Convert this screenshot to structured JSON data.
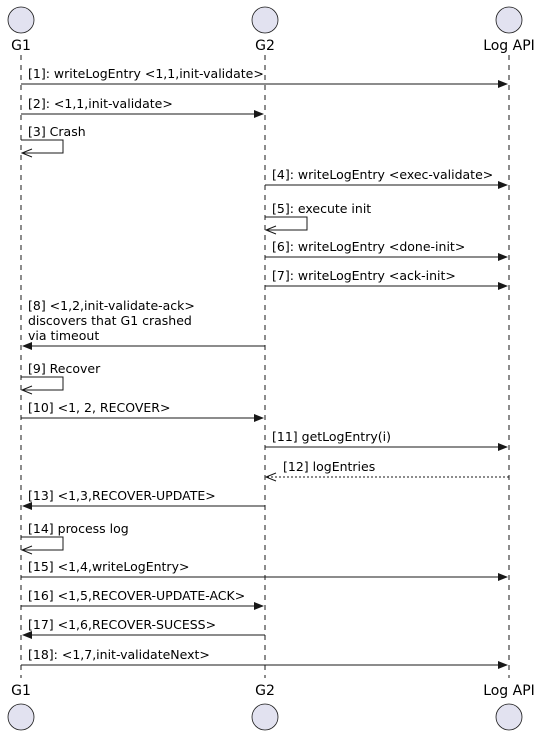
{
  "participants": [
    {
      "id": "G1",
      "label": "G1"
    },
    {
      "id": "G2",
      "label": "G2"
    },
    {
      "id": "LOG",
      "label": "Log API"
    }
  ],
  "messages": [
    {
      "from": "G1",
      "to": "LOG",
      "label": "[1]: writeLogEntry <1,1,init-validate>"
    },
    {
      "from": "G1",
      "to": "G2",
      "label": "[2]: <1,1,init-validate>"
    },
    {
      "from": "G1",
      "to": "G1",
      "label": "[3] Crash"
    },
    {
      "from": "G2",
      "to": "LOG",
      "label": "[4]: writeLogEntry <exec-validate>"
    },
    {
      "from": "G2",
      "to": "G2",
      "label": "[5]: execute init"
    },
    {
      "from": "G2",
      "to": "LOG",
      "label": "[6]: writeLogEntry <done-init>"
    },
    {
      "from": "G2",
      "to": "LOG",
      "label": "[7]: writeLogEntry <ack-init>"
    },
    {
      "from": "G2",
      "to": "G1",
      "label": [
        "[8] <1,2,init-validate-ack>",
        " discovers that G1 crashed",
        " via timeout"
      ]
    },
    {
      "from": "G1",
      "to": "G1",
      "label": "[9] Recover"
    },
    {
      "from": "G1",
      "to": "G2",
      "label": "[10] <1, 2, RECOVER>"
    },
    {
      "from": "G2",
      "to": "LOG",
      "label": "[11] getLogEntry(i)"
    },
    {
      "from": "LOG",
      "to": "G2",
      "label": "[12] logEntries",
      "dashed": true
    },
    {
      "from": "G2",
      "to": "G1",
      "label": "[13] <1,3,RECOVER-UPDATE>"
    },
    {
      "from": "G1",
      "to": "G1",
      "label": "[14] process log"
    },
    {
      "from": "G1",
      "to": "LOG",
      "label": "[15] <1,4,writeLogEntry>"
    },
    {
      "from": "G1",
      "to": "G2",
      "label": "[16] <1,5,RECOVER-UPDATE-ACK>"
    },
    {
      "from": "G2",
      "to": "G1",
      "label": "[17] <1,6,RECOVER-SUCESS>"
    },
    {
      "from": "G1",
      "to": "LOG",
      "label": "[18]: <1,7,init-validateNext>"
    }
  ],
  "colors": {
    "actor_fill": "#e2e2f0",
    "actor_stroke": "#181818",
    "lifeline": "#181818",
    "arrow": "#181818"
  }
}
